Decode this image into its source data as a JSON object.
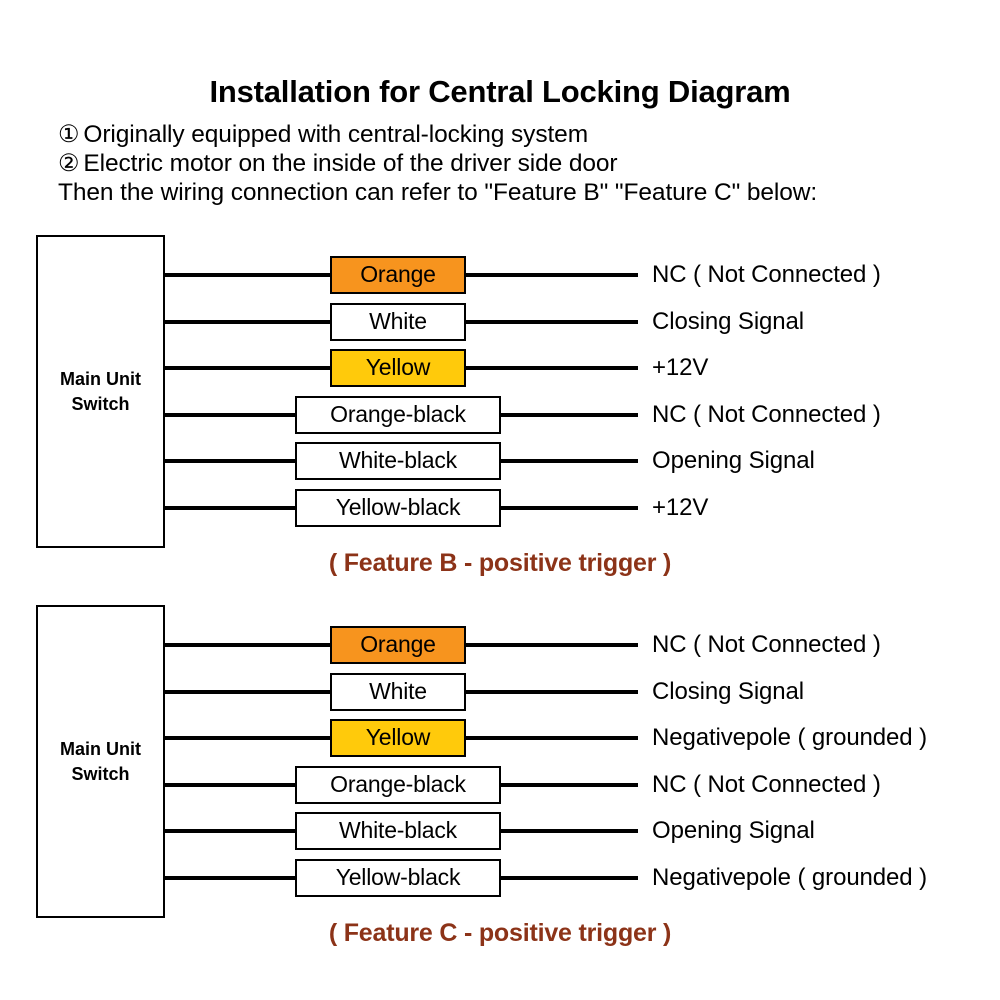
{
  "header": {
    "title": "Installation for Central Locking Diagram",
    "lines": [
      {
        "marker": "①",
        "text": "Originally equipped with central-locking system"
      },
      {
        "marker": "②",
        "text": "Electric motor on the inside of the driver side door"
      },
      {
        "marker": "",
        "text": "Then the wiring connection can refer to \"Feature B\" \"Feature C\" below:"
      }
    ]
  },
  "colors": {
    "orange": "#F7941E",
    "yellow": "#FFCA0B",
    "white": "#FFFFFF",
    "caption": "#8C3318",
    "line": "#000000"
  },
  "diagrams": [
    {
      "id": "B",
      "unit_label": "Main Unit\nSwitch",
      "caption": "( Feature B - positive trigger )",
      "rows": [
        {
          "wire": "Orange",
          "swatch": "orange",
          "width": "narrow",
          "description": "NC ( Not Connected )"
        },
        {
          "wire": "White",
          "swatch": "white",
          "width": "narrow",
          "description": "Closing Signal"
        },
        {
          "wire": "Yellow",
          "swatch": "yellow",
          "width": "narrow",
          "description": "+12V"
        },
        {
          "wire": "Orange-black",
          "swatch": "white",
          "width": "wide",
          "description": "NC ( Not Connected )"
        },
        {
          "wire": "White-black",
          "swatch": "white",
          "width": "wide",
          "description": "Opening Signal"
        },
        {
          "wire": "Yellow-black",
          "swatch": "white",
          "width": "wide",
          "description": "+12V"
        }
      ]
    },
    {
      "id": "C",
      "unit_label": "Main Unit\nSwitch",
      "caption": "( Feature C - positive trigger )",
      "rows": [
        {
          "wire": "Orange",
          "swatch": "orange",
          "width": "narrow",
          "description": "NC ( Not Connected )"
        },
        {
          "wire": "White",
          "swatch": "white",
          "width": "narrow",
          "description": "Closing Signal"
        },
        {
          "wire": "Yellow",
          "swatch": "yellow",
          "width": "narrow",
          "description": "Negativepole ( grounded )"
        },
        {
          "wire": "Orange-black",
          "swatch": "white",
          "width": "wide",
          "description": "NC ( Not Connected )"
        },
        {
          "wire": "White-black",
          "swatch": "white",
          "width": "wide",
          "description": "Opening Signal"
        },
        {
          "wire": "Yellow-black",
          "swatch": "white",
          "width": "wide",
          "description": "Negativepole ( grounded )"
        }
      ]
    }
  ]
}
